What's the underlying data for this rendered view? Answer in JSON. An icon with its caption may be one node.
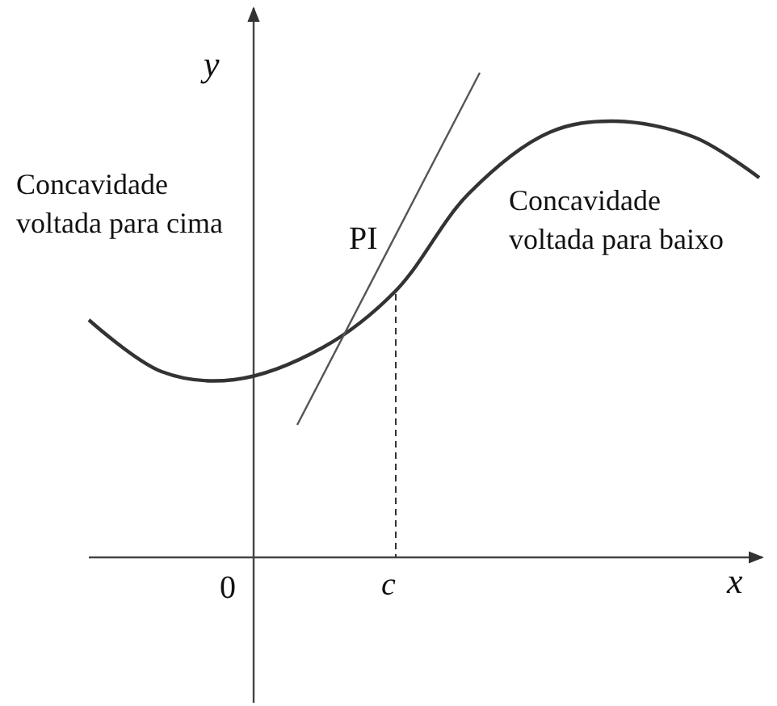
{
  "diagram": {
    "labels": [
      "y",
      "Concavidade voltada para cima",
      "PI",
      "Concavidade voltada para baixo",
      "0",
      "c",
      "x"
    ]
  }
}
